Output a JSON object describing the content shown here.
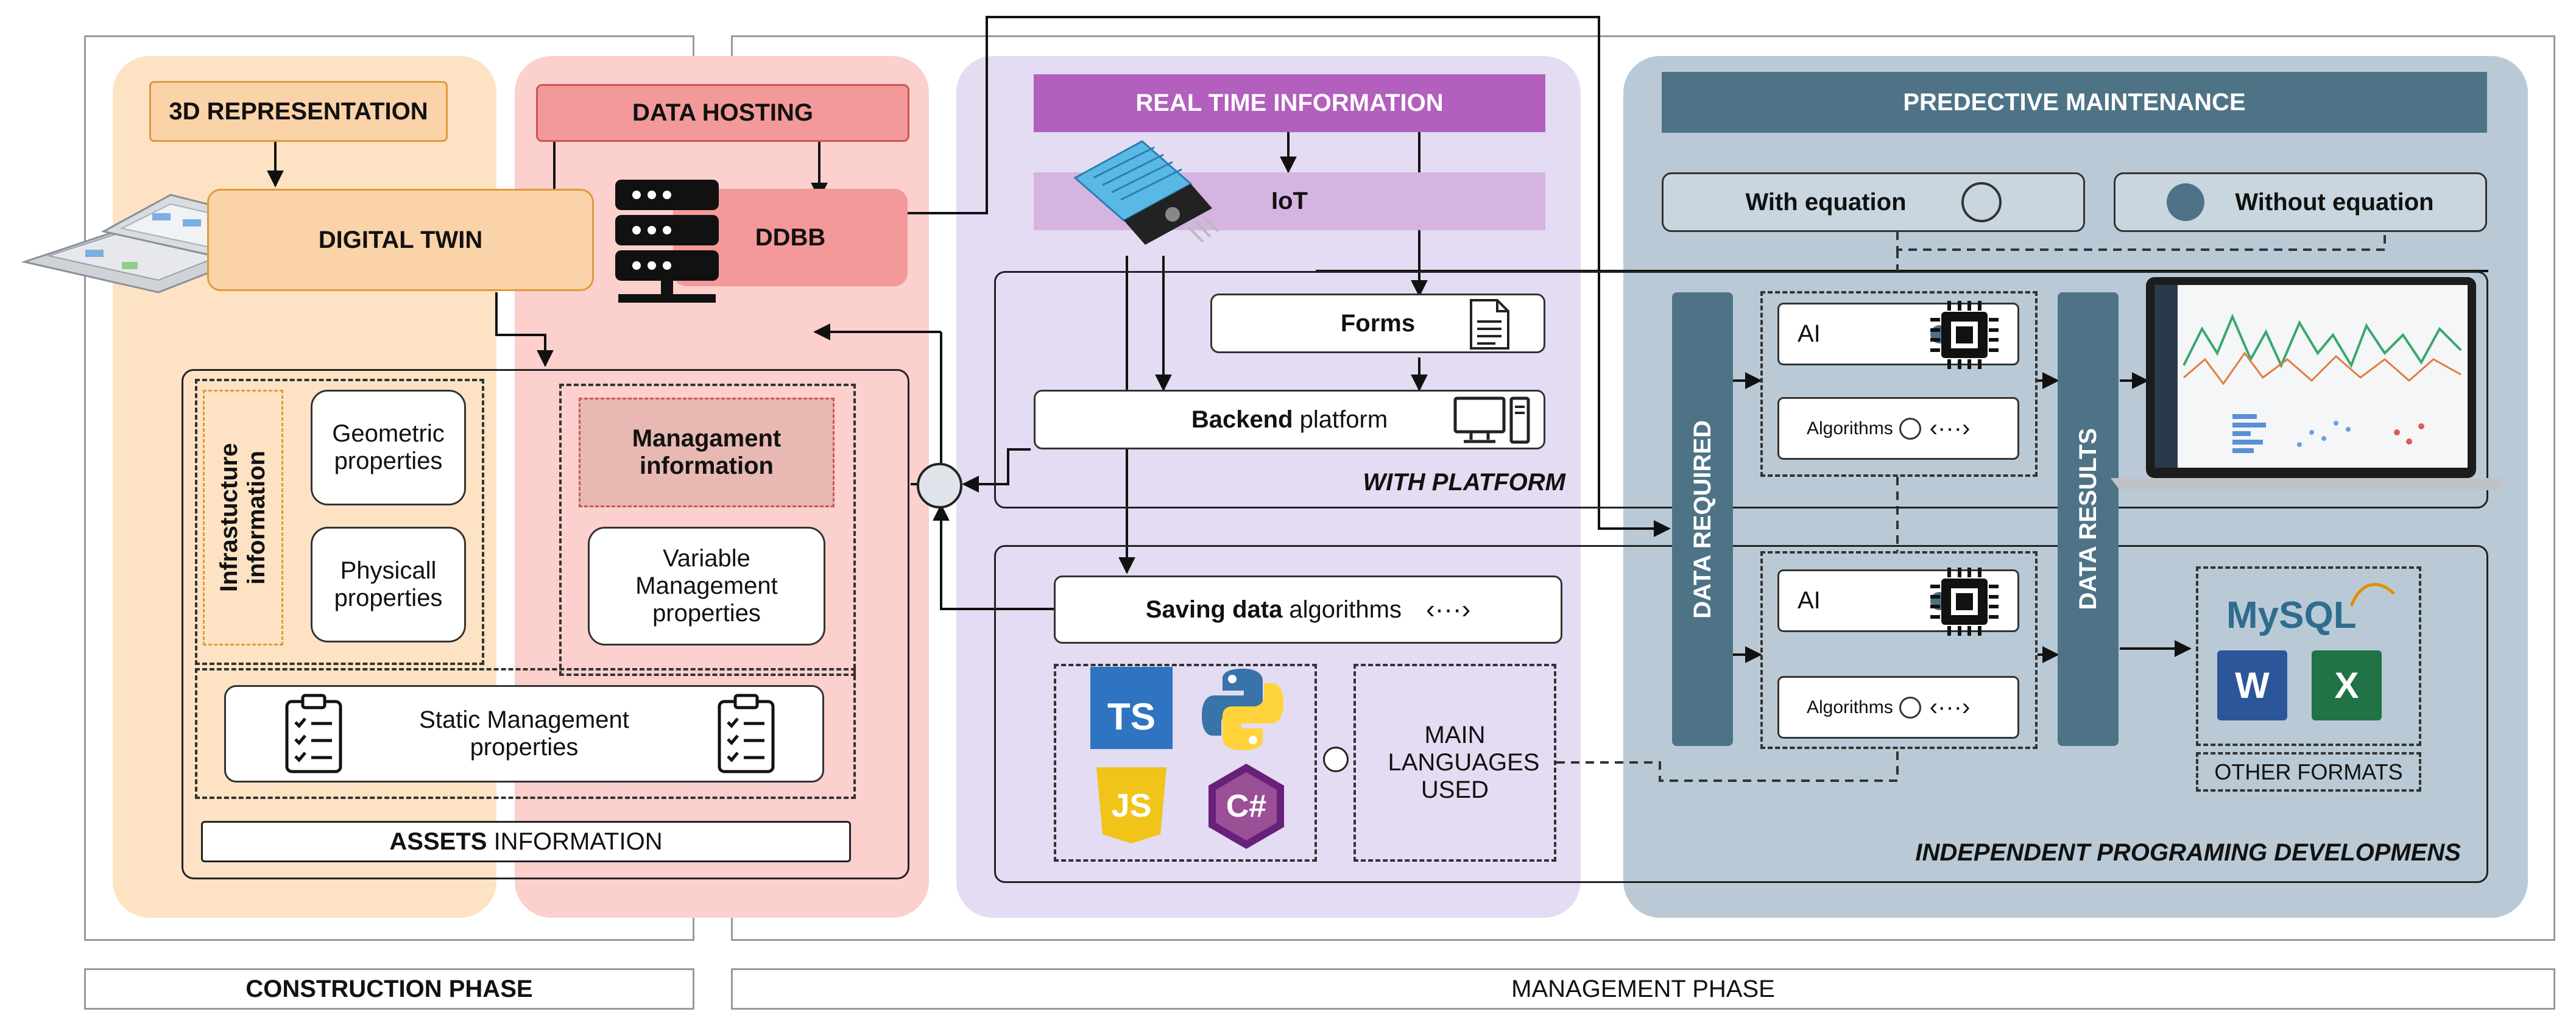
{
  "phases": {
    "construction": "CONSTRUCTION PHASE",
    "management": "MANAGEMENT PHASE"
  },
  "construction": {
    "representation": "3D REPRESENTATION",
    "digital_twin": "DIGITAL TWIN",
    "data_hosting": "DATA HOSTING",
    "ddbb": "DDBB",
    "infrastructure": "Infrastucture information",
    "geometric": "Geometric properties",
    "physical": "Physicall properties",
    "management_info": "Managament information",
    "variable": "Variable Management properties",
    "static": "Static Management properties",
    "assets_bold": "ASSETS",
    "assets_rest": " INFORMATION"
  },
  "platform": {
    "realtime": "REAL TIME INFORMATION",
    "iot": "IoT",
    "forms": "Forms",
    "backend_bold": "Backend",
    "backend_rest": " platform",
    "with_platform": "WITH PLATFORM",
    "saving_bold": "Saving data",
    "saving_rest": " algorithms",
    "main_languages": "MAIN LANGUAGES USED",
    "lang_ts": "TS",
    "lang_js": "JS",
    "lang_cs": "C#"
  },
  "predictive": {
    "title": "PREDECTIVE MAINTENANCE",
    "with_eq": "With equation",
    "without_eq": "Without equation",
    "data_required": "DATA REQUIRED",
    "data_results": "DATA RESULTS",
    "ai": "AI",
    "algorithms": "Algorithms",
    "other_formats": "OTHER FORMATS",
    "mysql": "MySQL",
    "word": "W",
    "excel": "X",
    "independent": "INDEPENDENT PROGRAMING DEVELOPMENS"
  },
  "colors": {
    "orange_panel": "#fde3c4",
    "red_panel": "#fbd0cd",
    "purple_panel": "#e3dcf2",
    "blue_panel": "#b9cad6",
    "dark_blue": "#4e7386",
    "purple_header": "#b25fbd"
  }
}
